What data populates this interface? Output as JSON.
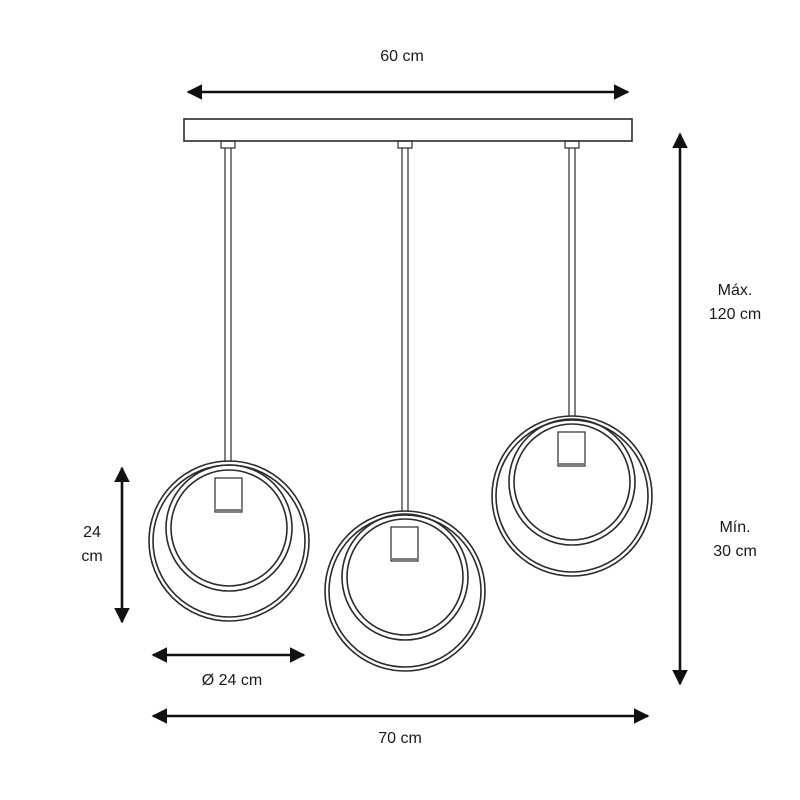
{
  "dimensions": {
    "canopy_width": "60 cm",
    "max_height": "Máx.\n120 cm",
    "min_height": "Mín.\n30 cm",
    "ring_height": "24\ncm",
    "ring_diameter": "Ø 24 cm",
    "total_width": "70 cm"
  },
  "colors": {
    "line": "#2b2b2b",
    "arrow": "#111111",
    "background": "#ffffff"
  }
}
